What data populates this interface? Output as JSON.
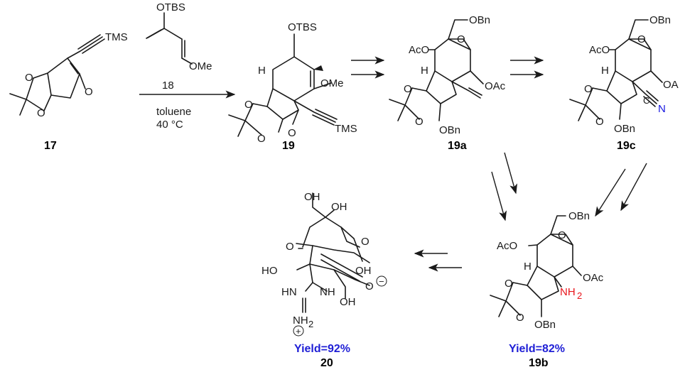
{
  "compounds": {
    "c17": "17",
    "c19": "19",
    "c19a": "19a",
    "c19c": "19c",
    "c19b": "19b",
    "c20": "20"
  },
  "reagents": {
    "number": "18",
    "solvent": "toluene",
    "temperature": "40 °C"
  },
  "atoms": {
    "tms": "TMS",
    "otbs": "OTBS",
    "ome": "OMe",
    "obn": "OBn",
    "aco": "AcO",
    "oac": "OAc",
    "oa_cut": "OA",
    "o": "O",
    "h": "H",
    "nh2": "NH",
    "nh2_sub": "2",
    "n": "N",
    "c": "C",
    "oh": "OH",
    "ho": "HO",
    "nh": "NH",
    "hn": "HN",
    "plus": "+",
    "minus": "−"
  },
  "yields": {
    "y20": "Yield=92%",
    "y19b": "Yield=82%"
  },
  "colors": {
    "amine": "#e8141b",
    "nitrile": "#1616e0",
    "yield": "#1f1fd6"
  }
}
